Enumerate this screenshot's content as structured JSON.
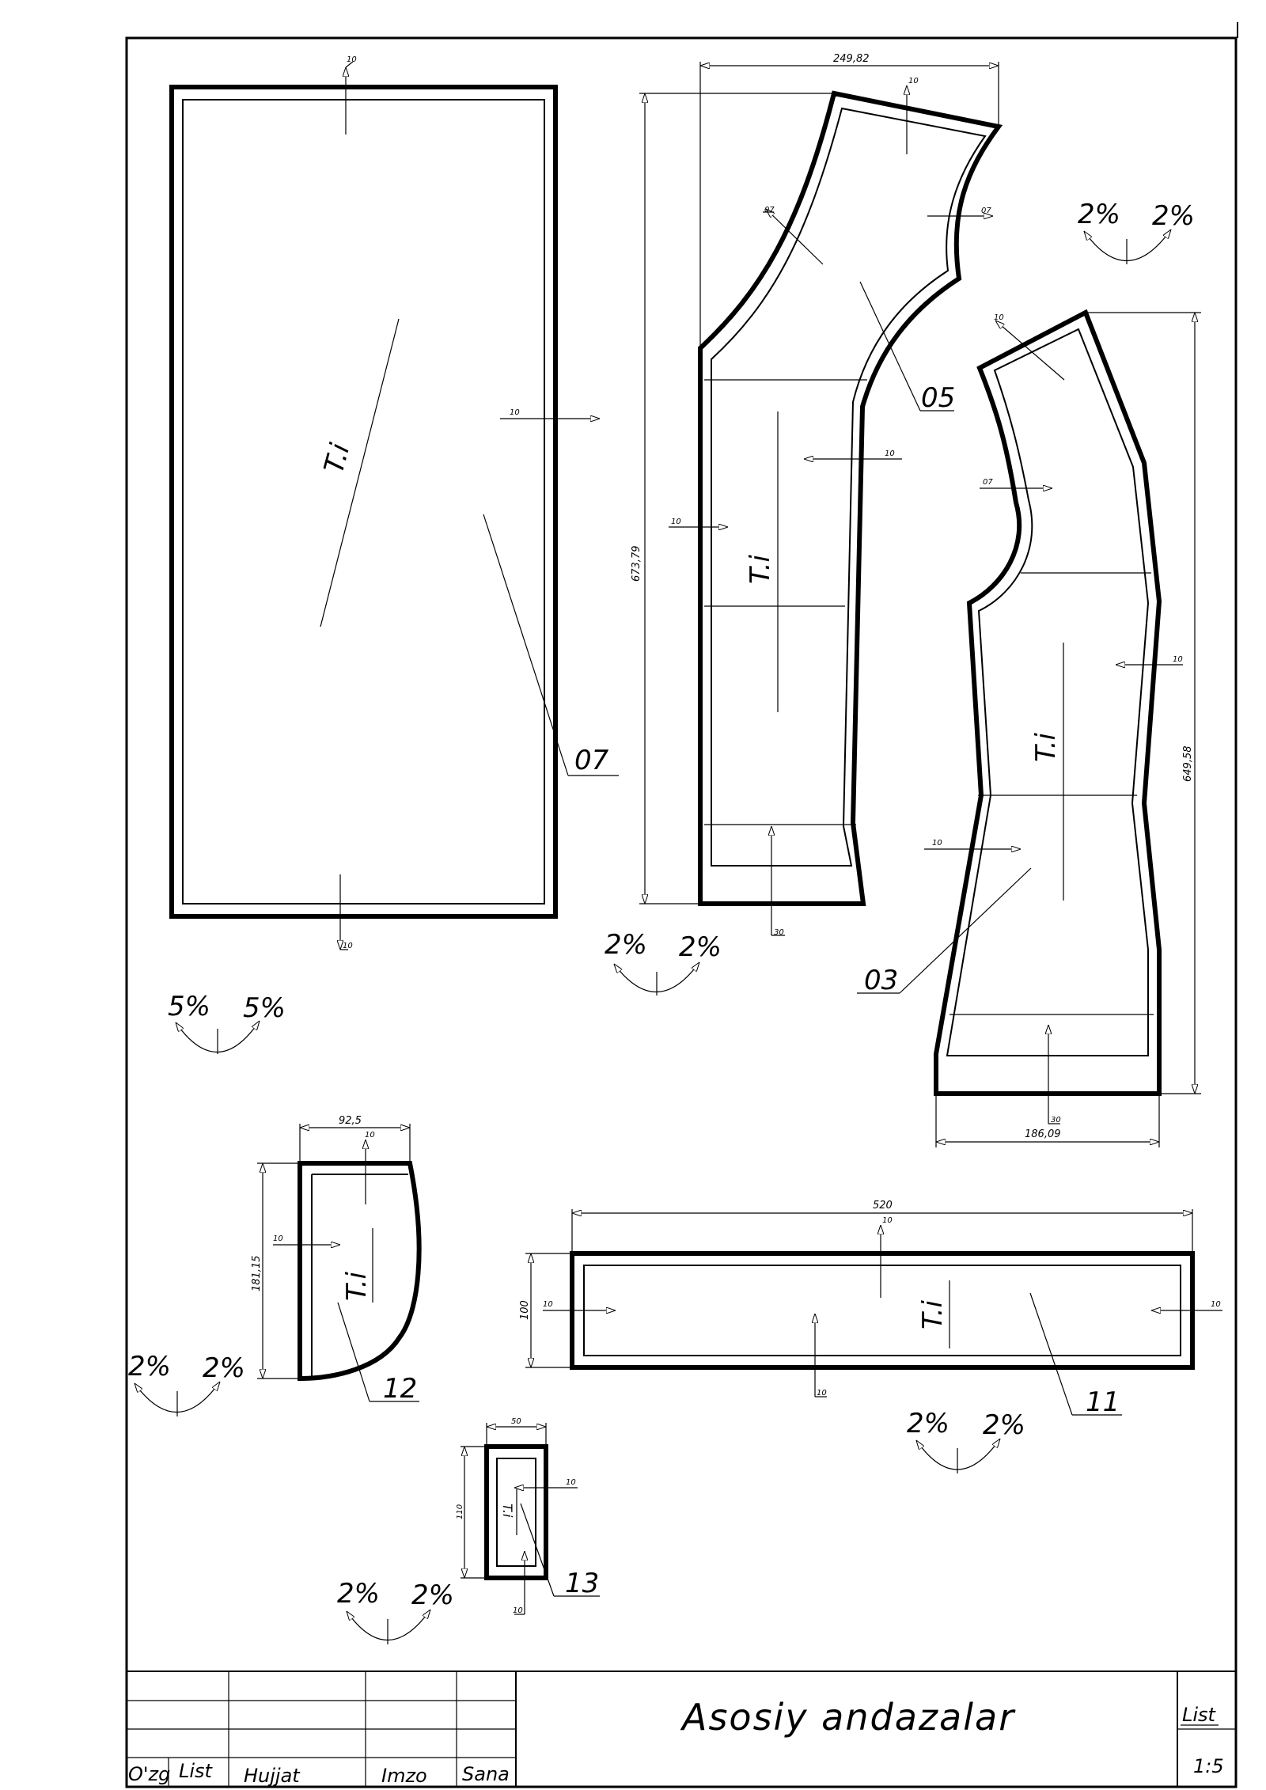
{
  "pieces": [
    {
      "id": "07",
      "label": "T.i",
      "seams": [
        "10",
        "10",
        "10"
      ],
      "shrink": [
        "5%",
        "5%"
      ]
    },
    {
      "id": "05",
      "label": "T.i",
      "width": "249,82",
      "height": "673,79",
      "seams": [
        "10",
        "07",
        "07",
        "10",
        "10",
        "30"
      ],
      "shrink": [
        "2%",
        "2%"
      ]
    },
    {
      "id": "03",
      "label": "T.i",
      "width": "186,09",
      "height": "649,58",
      "seams": [
        "10",
        "07",
        "10",
        "10",
        "30"
      ],
      "shrink": [
        "2%",
        "2%"
      ]
    },
    {
      "id": "12",
      "label": "T.i",
      "width": "92,5",
      "height": "181,15",
      "seams": [
        "10",
        "10"
      ],
      "shrink": [
        "2%",
        "2%"
      ]
    },
    {
      "id": "11",
      "label": "T.i",
      "width": "520",
      "height": "100",
      "seams": [
        "10",
        "10",
        "10",
        "10"
      ],
      "shrink": [
        "2%",
        "2%"
      ]
    },
    {
      "id": "13",
      "label": "T.i",
      "width": "50",
      "height": "110",
      "seams": [
        "10",
        "10"
      ],
      "shrink": [
        "2%",
        "2%"
      ]
    }
  ],
  "title_block": {
    "title": "Asosiy andazalar",
    "col_change": "O'zg",
    "col_list": "List",
    "col_document": "Hujjat",
    "col_signature": "Imzo",
    "col_date": "Sana",
    "sheet_label": "List",
    "sheet_value": "1:5"
  }
}
